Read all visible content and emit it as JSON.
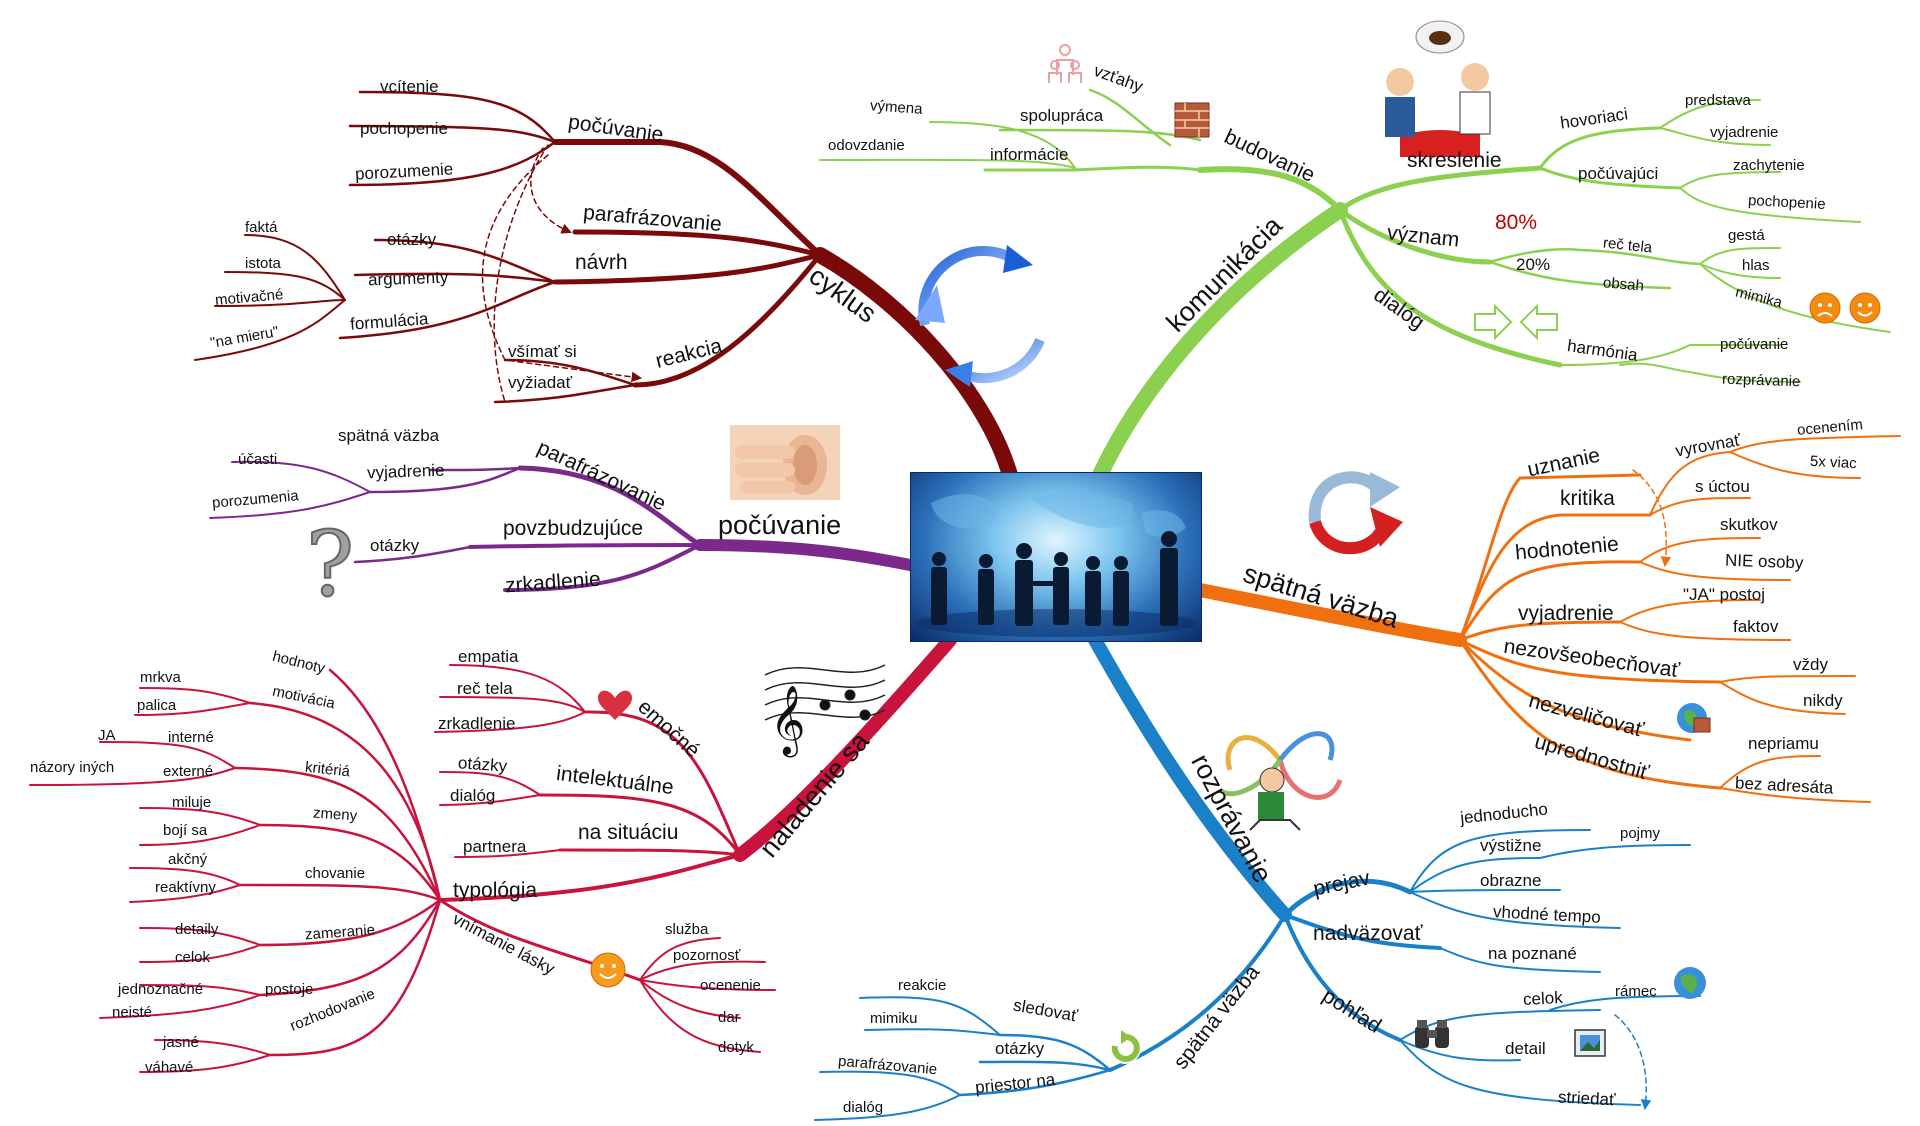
{
  "center": {
    "image": "business-people-silhouettes-world-map"
  },
  "colors": {
    "cyklus": "#7a0a0a",
    "komunikacia": "#8cd050",
    "pocuvanie": "#7b2a8c",
    "spatna_vazba": "#f07010",
    "rozpravanie": "#1a80c8",
    "naladenie": "#c8143c"
  },
  "branches": {
    "cyklus": {
      "label": "cyklus",
      "pocuvanie": {
        "label": "počúvanie",
        "items": [
          "vcítenie",
          "pochopenie",
          "porozumenie"
        ]
      },
      "parafrazovanie": "parafrázovanie",
      "navrh": {
        "label": "návrh",
        "items": [
          "otázky",
          "argumenty",
          "formulácia"
        ],
        "sub": [
          "faktá",
          "istota",
          "motivačné",
          "\"na mieru\""
        ]
      },
      "reakcia": {
        "label": "reakcia",
        "items": [
          "všímať si",
          "vyžiadať"
        ]
      }
    },
    "komunikacia": {
      "label": "komunikácia",
      "budovanie": {
        "label": "budovanie",
        "items": [
          "vzťahy",
          "spolupráca",
          "informácie"
        ],
        "sub": [
          "výmena",
          "odovzdanie"
        ]
      },
      "skreslenie": {
        "label": "skreslenie",
        "hovoriaci": "hovoriaci",
        "hovoriaci_items": [
          "predstava",
          "vyjadrenie"
        ],
        "pocuvajuci": "počúvajúci",
        "pocuvajuci_items": [
          "zachytenie",
          "pochopenie"
        ]
      },
      "vyznam": {
        "label": "význam",
        "pct80": "80%",
        "pct20": "20%",
        "rec_tela": "reč tela",
        "rec_items": [
          "gestá",
          "hlas",
          "mimika"
        ],
        "obsah": "obsah"
      },
      "dialog": {
        "label": "dialóg",
        "harmonia": "harmónia",
        "items": [
          "počúvanie",
          "rozprávanie"
        ]
      }
    },
    "pocuvanie": {
      "label": "počúvanie",
      "parafrazovanie": {
        "label": "parafrázovanie",
        "items": [
          "spätná väzba",
          "vyjadrenie"
        ],
        "sub": [
          "účasti",
          "porozumenia"
        ]
      },
      "povzbudzujuce": {
        "label": "povzbudzujúce",
        "items": [
          "otázky"
        ]
      },
      "zrkadlenie": "zrkadlenie"
    },
    "spatna_vazba": {
      "label": "spätná väzba",
      "uznanie": "uznanie",
      "kritika": {
        "label": "kritika",
        "vyrovnat": "vyrovnať",
        "vyrovnat_items": [
          "ocenením",
          "5x viac"
        ],
        "s_uctou": "s úctou"
      },
      "hodnotenie": {
        "label": "hodnotenie",
        "items": [
          "skutkov",
          "NIE osoby"
        ]
      },
      "vyjadrenie": {
        "label": "vyjadrenie",
        "items": [
          "\"JA\" postoj",
          "faktov"
        ]
      },
      "nezovseobecnovat": {
        "label": "nezovšeobecňovať",
        "items": [
          "vždy",
          "nikdy"
        ]
      },
      "nezvelicovat": "nezveličovať",
      "uprednostnit": {
        "label": "uprednostniť",
        "items": [
          "nepriamu",
          "bez adresáta"
        ]
      }
    },
    "rozpravanie": {
      "label": "rozprávanie",
      "prejav": {
        "label": "prejav",
        "items": [
          "jednoducho",
          "výstižne",
          "obrazne",
          "vhodné tempo"
        ],
        "pojmy": "pojmy"
      },
      "nadvazovat": {
        "label": "nadväzovať",
        "items": [
          "na poznané"
        ]
      },
      "pohlad": {
        "label": "pohľad",
        "items": [
          "celok",
          "detail",
          "striedať"
        ],
        "ramec": "rámec"
      },
      "spatna_vazba": {
        "label": "spätná väzba",
        "sledovat": "sledovať",
        "sledovat_items": [
          "reakcie",
          "mimiku"
        ],
        "otazky": "otázky",
        "priestor": "priestor na",
        "priestor_items": [
          "parafrázovanie",
          "dialóg"
        ]
      }
    },
    "naladenie": {
      "label": "naladenie sa",
      "emocne": {
        "label": "emočné",
        "items": [
          "empatia",
          "reč tela",
          "zrkadlenie"
        ]
      },
      "intelektualne": {
        "label": "intelektuálne",
        "items": [
          "otázky",
          "dialóg"
        ]
      },
      "na_situaciu": {
        "label": "na situáciu",
        "items": [
          "partnera"
        ]
      },
      "typologia": {
        "label": "typológia",
        "groups": [
          {
            "label": "hodnoty"
          },
          {
            "label": "motivácia",
            "items": [
              "mrkva",
              "palica"
            ]
          },
          {
            "label": "kritériá",
            "items": [
              "interné",
              "externé"
            ],
            "sub": [
              "JA",
              "názory iných"
            ]
          },
          {
            "label": "zmeny",
            "items": [
              "miluje",
              "bojí sa"
            ]
          },
          {
            "label": "chovanie",
            "items": [
              "akčný",
              "reaktívny"
            ]
          },
          {
            "label": "zameranie",
            "items": [
              "detaily",
              "celok"
            ]
          },
          {
            "label": "postoje",
            "items": [
              "jednoznačné",
              "neisté"
            ]
          },
          {
            "label": "rozhodovanie",
            "items": [
              "jasné",
              "váhavé"
            ]
          }
        ]
      },
      "vnimanie_lasky": {
        "label": "vnímanie lásky",
        "items": [
          "služba",
          "pozornosť",
          "ocenenie",
          "dar",
          "dotyk"
        ]
      }
    }
  }
}
